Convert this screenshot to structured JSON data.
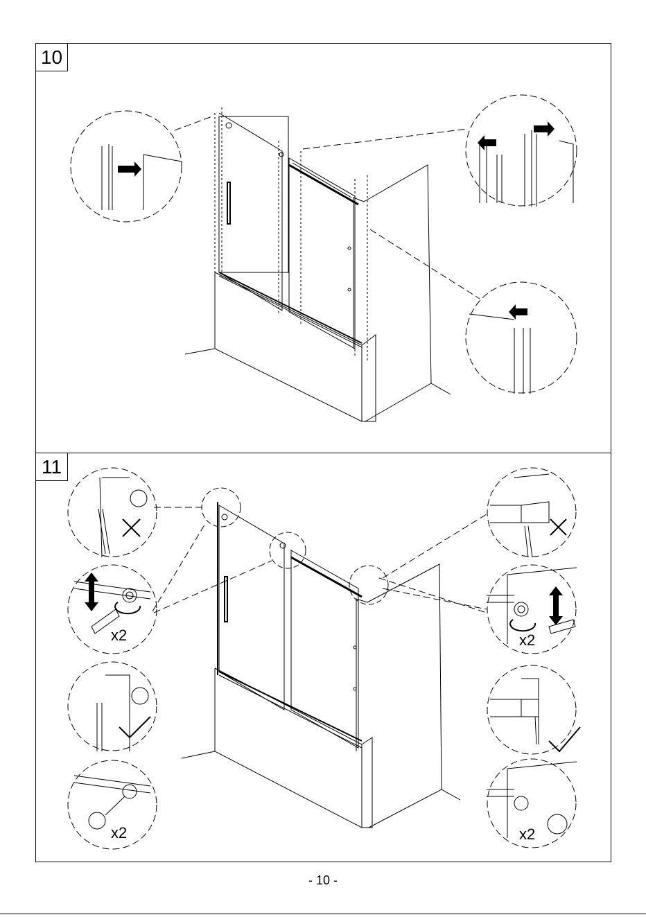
{
  "steps": [
    {
      "number": "10"
    },
    {
      "number": "11"
    }
  ],
  "labels": {
    "qty_a": "x2",
    "qty_b": "x2",
    "qty_c": "x2",
    "qty_d": "x2"
  },
  "footer": {
    "page_number": "- 10 -"
  }
}
